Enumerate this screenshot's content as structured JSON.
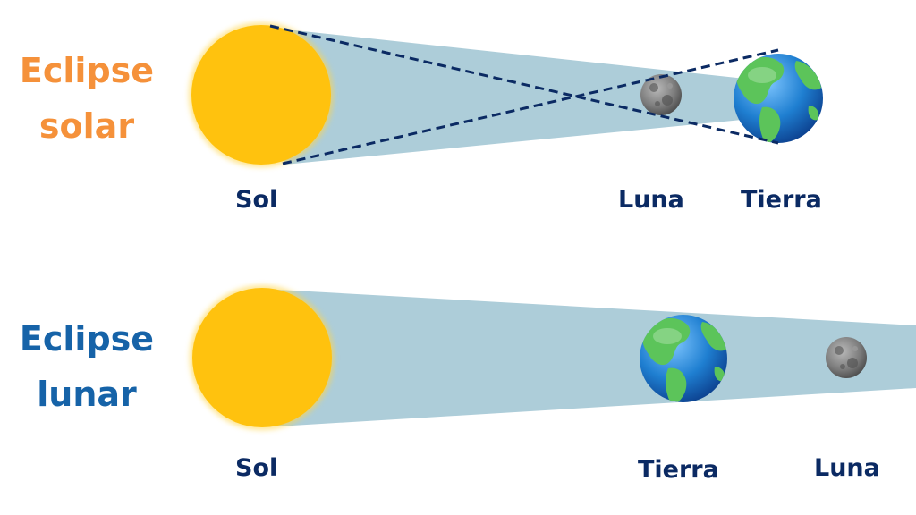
{
  "colors": {
    "sun": "#ffc20e",
    "shadow_cone": "#adcdd9",
    "dashed_line": "#0b2a63",
    "label": "#0b2a63",
    "solar_title": "#f5913a",
    "lunar_title": "#1663a8",
    "earth_ocean": "#1f7fd1",
    "earth_land": "#5cc45a",
    "moon": "#6f6f6f"
  },
  "solar_eclipse": {
    "title_line1": "Eclipse",
    "title_line2": "solar",
    "labels": {
      "sun": "Sol",
      "moon": "Luna",
      "earth": "Tierra"
    }
  },
  "lunar_eclipse": {
    "title_line1": "Eclipse",
    "title_line2": "lunar",
    "labels": {
      "sun": "Sol",
      "earth": "Tierra",
      "moon": "Luna"
    }
  },
  "icons": {
    "sun": "sun-icon",
    "earth": "earth-globe-icon",
    "moon": "moon-icon"
  }
}
